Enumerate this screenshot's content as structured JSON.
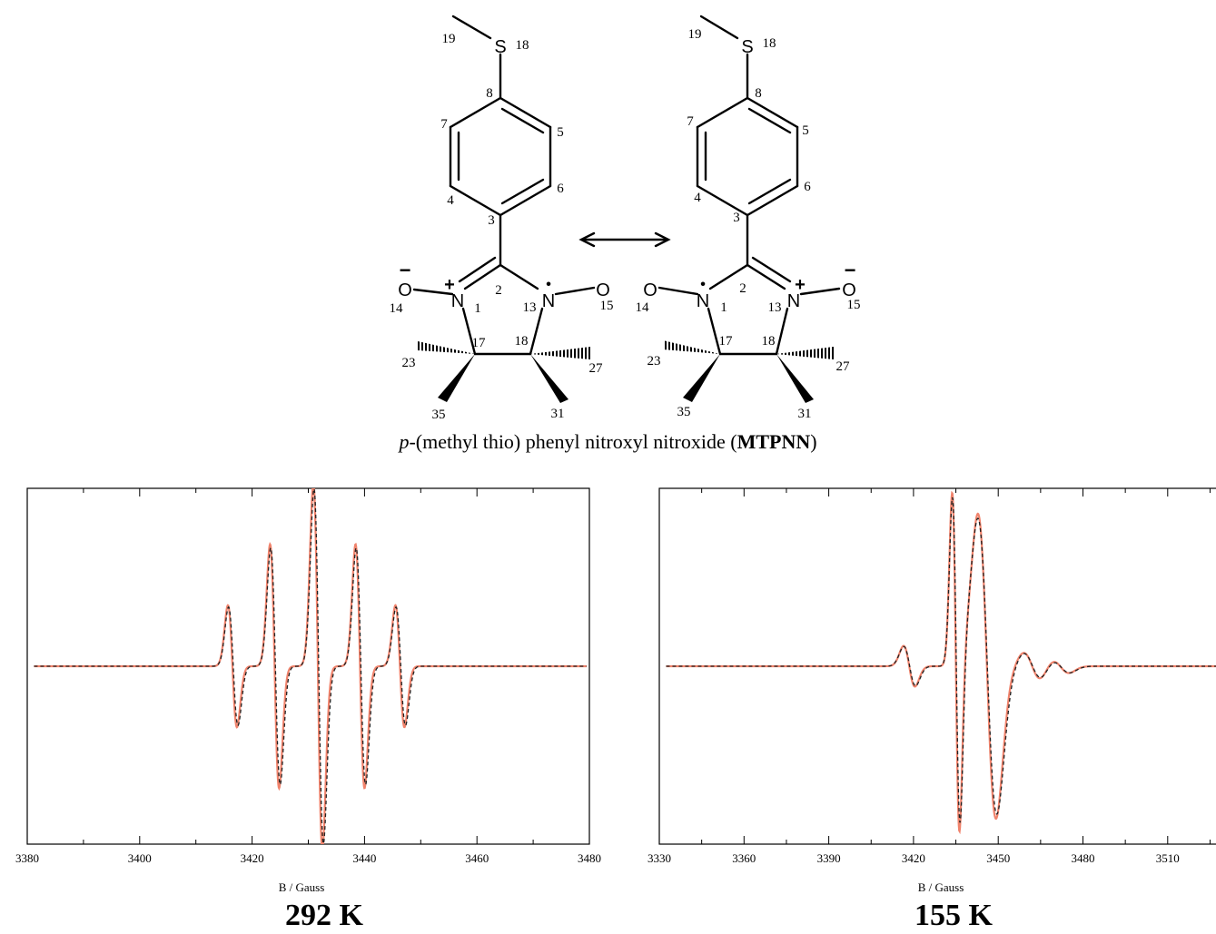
{
  "molecule": {
    "caption": {
      "prefix": "p-",
      "middle": "(methyl thio) phenyl nitroxyl nitroxide (",
      "abbrev": "MTPNN",
      "suffix": ")"
    },
    "atom_symbols": {
      "S": "S",
      "N": "N",
      "O": "O"
    },
    "charges": {
      "plus": "+",
      "minus": "−",
      "radical": "•"
    },
    "labels_left": [
      "19",
      "18",
      "8",
      "7",
      "5",
      "4",
      "6",
      "3",
      "2",
      "1",
      "13",
      "14",
      "15",
      "17",
      "18",
      "23",
      "27",
      "35",
      "31"
    ],
    "labels_right": [
      "19",
      "18",
      "8",
      "7",
      "5",
      "4",
      "6",
      "3",
      "2",
      "1",
      "13",
      "14",
      "15",
      "17",
      "18",
      "23",
      "27",
      "35",
      "31"
    ]
  },
  "charts": [
    {
      "temperature": "292 K",
      "xlabel": "B / Gauss",
      "ticks": [
        "3380",
        "3400",
        "3420",
        "3440",
        "3460",
        "3480"
      ],
      "xlim": [
        3380,
        3480
      ],
      "ylim": [
        -1.05,
        1.05
      ],
      "colors": {
        "simulated": "#f0836c",
        "experimental": "#222222"
      },
      "lines": [
        {
          "center": 3416.5,
          "amp": 0.36,
          "width": 0.8
        },
        {
          "center": 3424.0,
          "amp": 0.72,
          "width": 0.8
        },
        {
          "center": 3431.7,
          "amp": 1.08,
          "width": 0.8
        },
        {
          "center": 3439.2,
          "amp": 0.72,
          "width": 0.8
        },
        {
          "center": 3446.3,
          "amp": 0.36,
          "width": 0.8
        }
      ]
    },
    {
      "temperature": "155 K",
      "xlabel": "B / Gauss",
      "ticks": [
        "3330",
        "3360",
        "3390",
        "3420",
        "3450",
        "3480",
        "3510"
      ],
      "xlim": [
        3330,
        3530
      ],
      "ylim": [
        -1.05,
        1.05
      ],
      "colors": {
        "simulated": "#f0836c",
        "experimental": "#222222"
      },
      "lines": [
        {
          "center": 3418.5,
          "amp": 0.12,
          "width": 2.0
        },
        {
          "center": 3435.0,
          "amp": 1.02,
          "width": 1.3
        },
        {
          "center": 3446.0,
          "amp": 0.9,
          "width": 3.2
        },
        {
          "center": 3462.0,
          "amp": 0.08,
          "width": 3.0
        },
        {
          "center": 3472.0,
          "amp": 0.04,
          "width": 3.0
        }
      ]
    }
  ]
}
